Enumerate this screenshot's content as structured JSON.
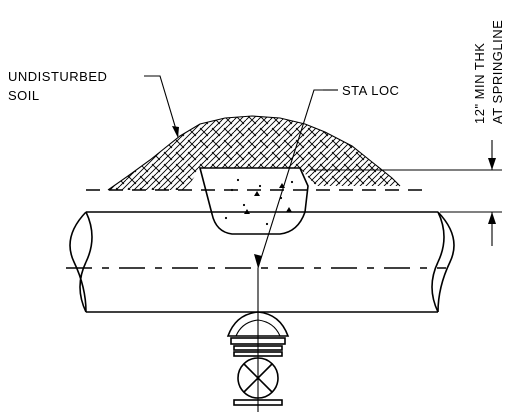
{
  "labels": {
    "undisturbed_soil_line1": "UNDISTURBED",
    "undisturbed_soil_line2": "SOIL",
    "sta_loc": "STA LOC",
    "min_thk_line1": "12\" MIN THK",
    "min_thk_line2": "AT SPRINGLINE"
  }
}
